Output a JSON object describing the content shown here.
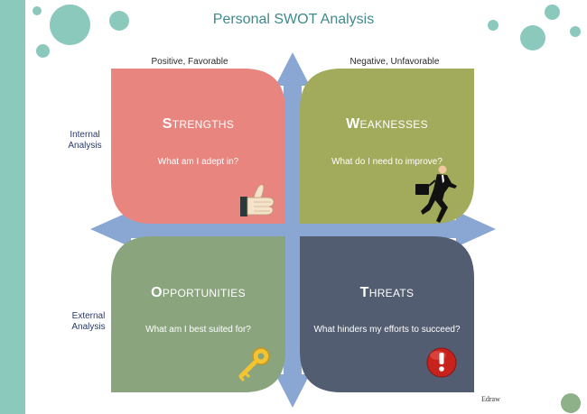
{
  "title": "Personal SWOT Analysis",
  "columns": {
    "positive": "Positive, Favorable",
    "negative": "Negative, Unfavorable"
  },
  "rows": {
    "internal": [
      "Internal",
      "Analysis"
    ],
    "external": [
      "External",
      "Analysis"
    ]
  },
  "quadrants": {
    "strengths": {
      "cap": "S",
      "rest": "TRENGTHS",
      "question": "What am I adept in?",
      "color": "#e8857f",
      "icon": "thumbs-up-icon"
    },
    "weaknesses": {
      "cap": "W",
      "rest": "EAKNESSES",
      "question": "What do I need to improve?",
      "color": "#a2aa5b",
      "icon": "running-businessman-icon"
    },
    "opportunities": {
      "cap": "O",
      "rest": "PPORTUNITIES",
      "question": "What am I best suited for?",
      "color": "#8aa57e",
      "icon": "key-icon"
    },
    "threats": {
      "cap": "T",
      "rest": "HREATS",
      "question": "What hinders my efforts to succeed?",
      "color": "#525d72",
      "icon": "warning-icon"
    }
  },
  "colors": {
    "arrow": "#8aa7d3",
    "accent_teal": "#8cc9bd",
    "title": "#3f8a8c"
  },
  "brand": "Edraw"
}
